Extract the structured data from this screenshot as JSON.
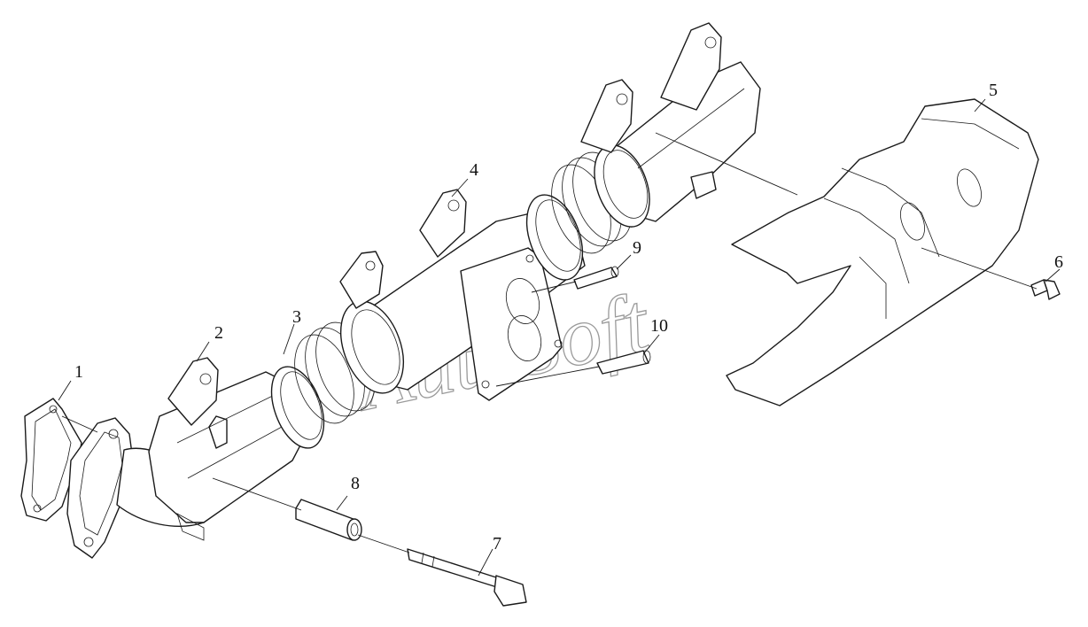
{
  "diagram": {
    "watermark": "AutoSoft",
    "callouts": [
      {
        "id": "1",
        "label": "1"
      },
      {
        "id": "2",
        "label": "2"
      },
      {
        "id": "3",
        "label": "3"
      },
      {
        "id": "4",
        "label": "4"
      },
      {
        "id": "5",
        "label": "5"
      },
      {
        "id": "6",
        "label": "6"
      },
      {
        "id": "7",
        "label": "7"
      },
      {
        "id": "8",
        "label": "8"
      },
      {
        "id": "9",
        "label": "9"
      },
      {
        "id": "10",
        "label": "10"
      }
    ]
  }
}
